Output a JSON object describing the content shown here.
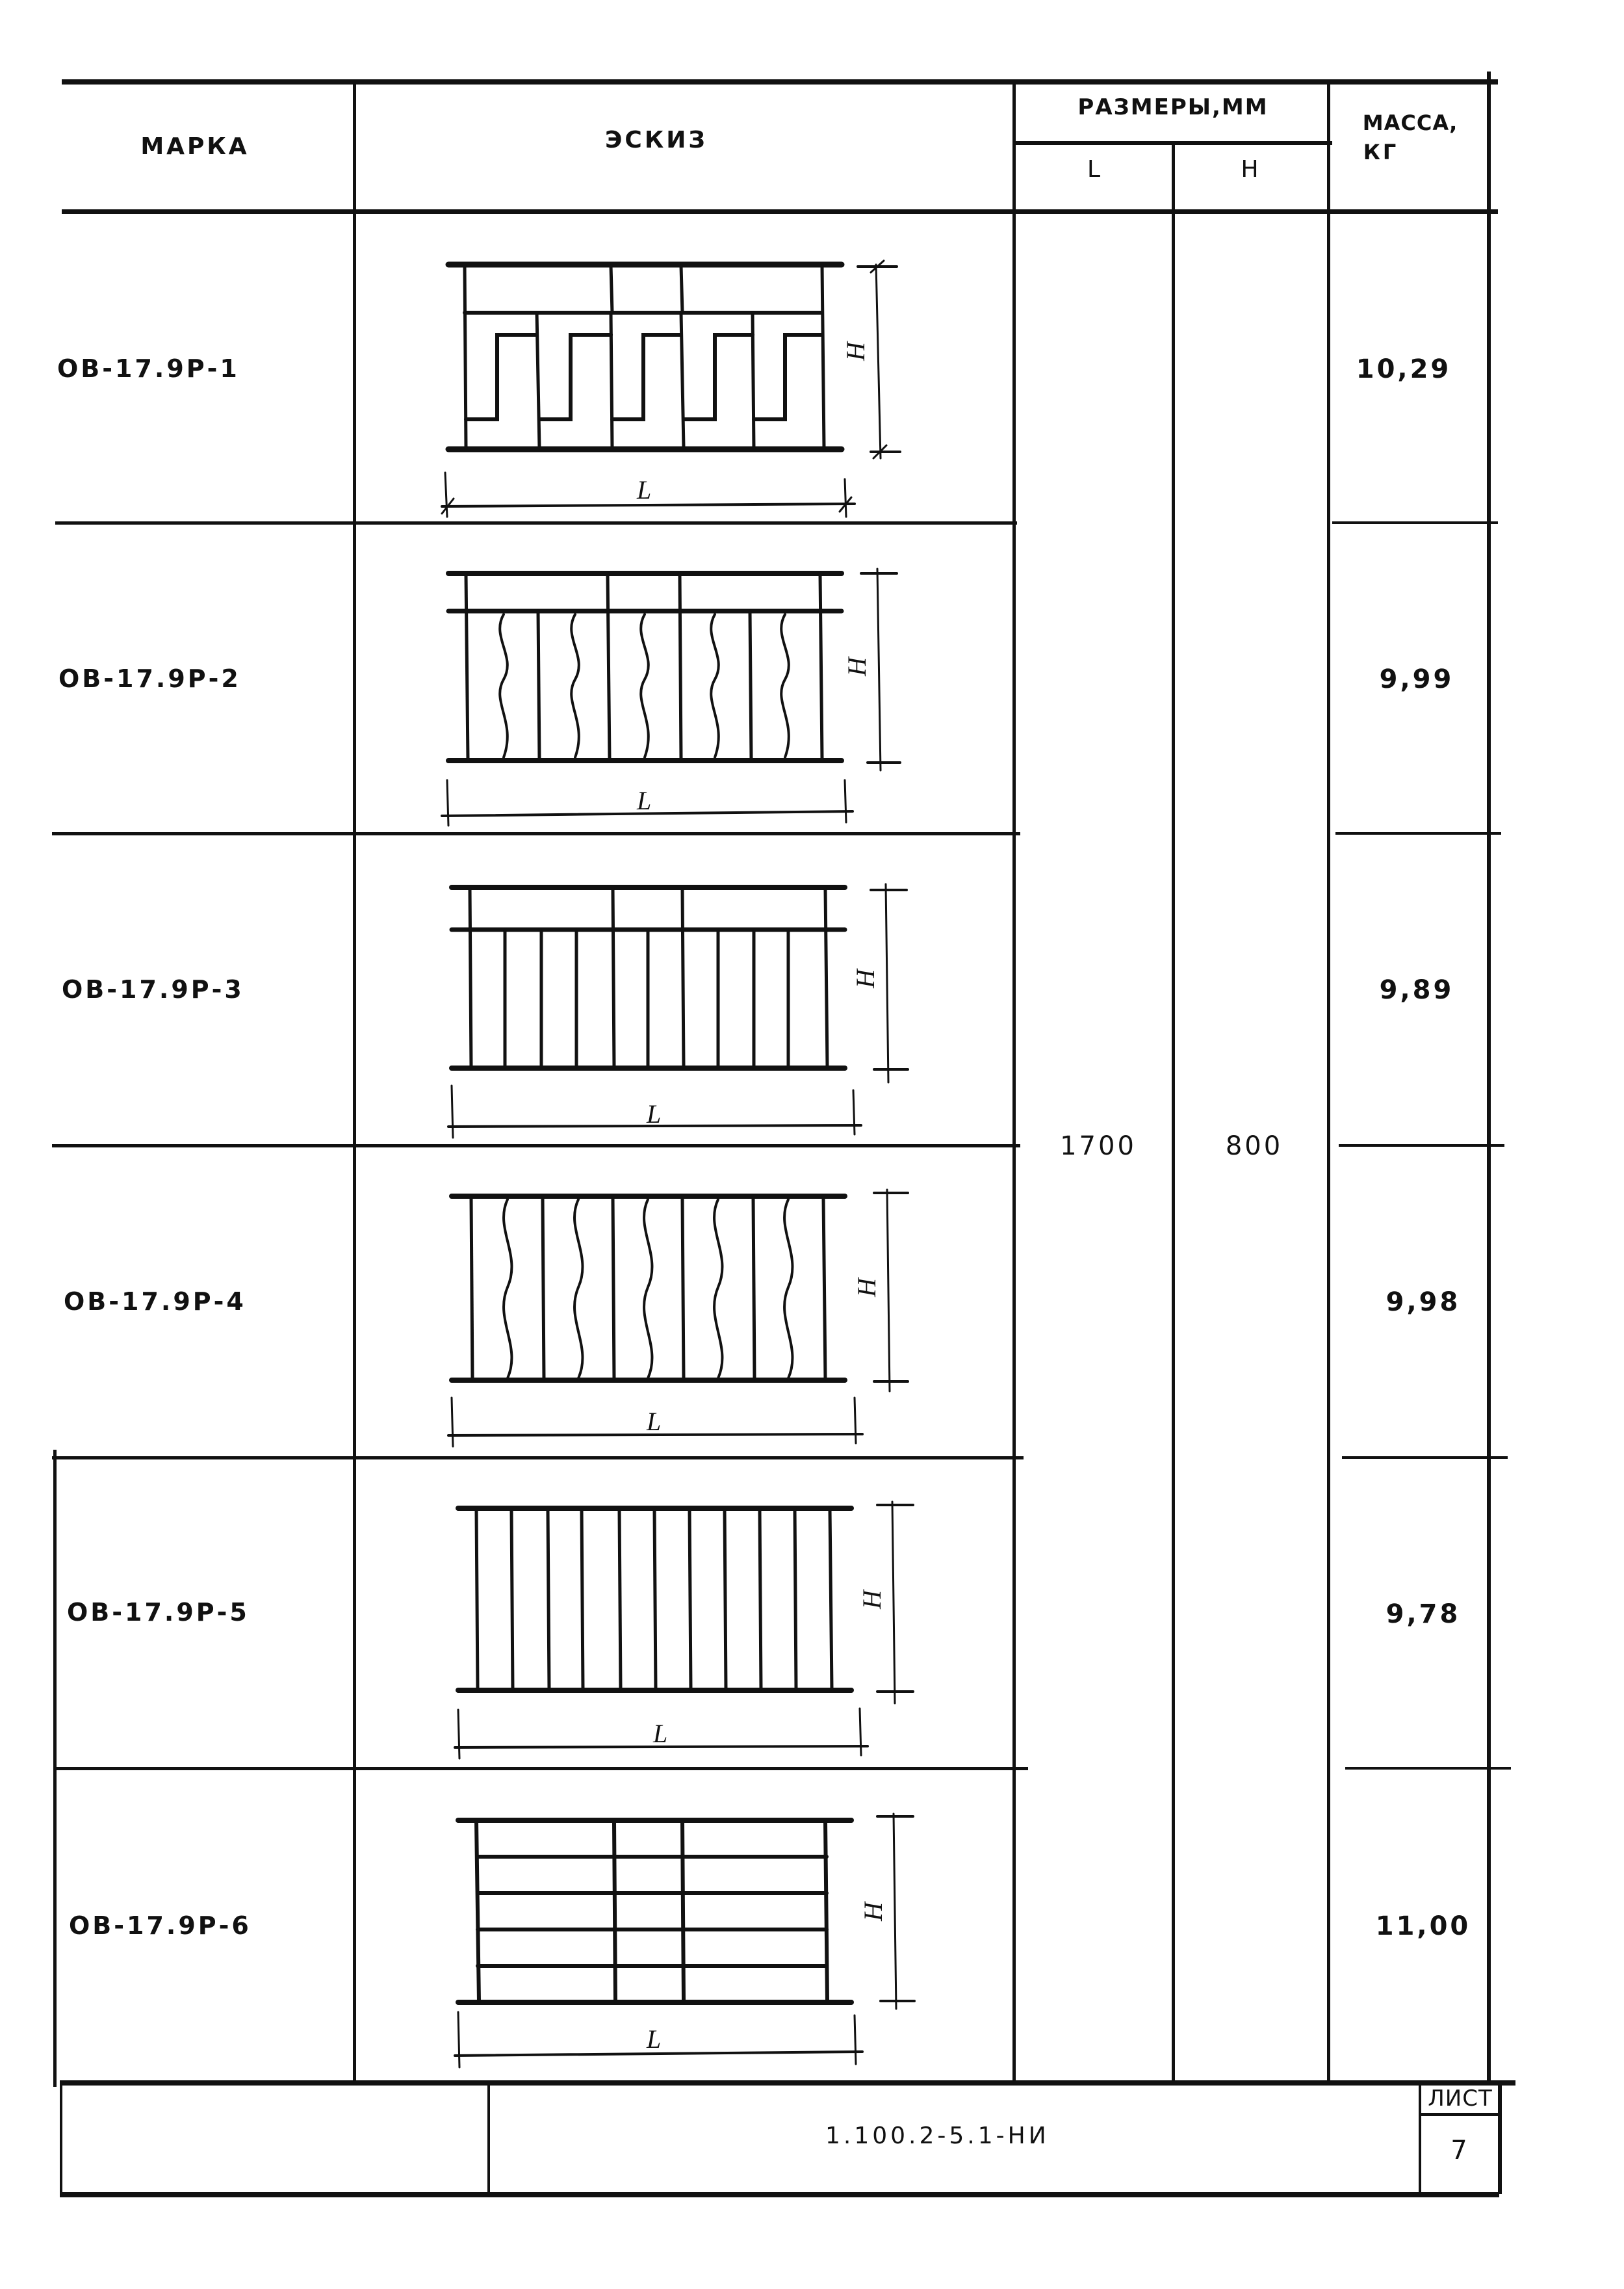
{
  "header": {
    "mark": "МАРКА",
    "sketch": "ЭСКИЗ",
    "dimensions": "РАЗМЕРЫ,ММ",
    "dim_l": "L",
    "dim_h": "H",
    "mass_line1": "МАССА,",
    "mass_line2": "КГ"
  },
  "rows": [
    {
      "mark": "ОВ-17.9Р-1",
      "mass": "10,29",
      "sketch_type": "meander-bars"
    },
    {
      "mark": "ОВ-17.9Р-2",
      "mass": "9,99",
      "sketch_type": "wavy-bars-with-top-rail"
    },
    {
      "mark": "ОВ-17.9Р-3",
      "mass": "9,89",
      "sketch_type": "straight-bars-with-top-rail"
    },
    {
      "mark": "ОВ-17.9Р-4",
      "mass": "9,98",
      "sketch_type": "wavy-bars"
    },
    {
      "mark": "ОВ-17.9Р-5",
      "mass": "9,78",
      "sketch_type": "straight-bars"
    },
    {
      "mark": "ОВ-17.9Р-6",
      "mass": "11,00",
      "sketch_type": "horizontal-bars"
    }
  ],
  "shared_dimensions": {
    "L": "1700",
    "H": "800"
  },
  "sketch_labels": {
    "length": "L",
    "height": "H"
  },
  "title_block": {
    "document_code": "1.100.2-5.1-НИ",
    "sheet_label": "ЛИСТ",
    "sheet_number": "7"
  }
}
